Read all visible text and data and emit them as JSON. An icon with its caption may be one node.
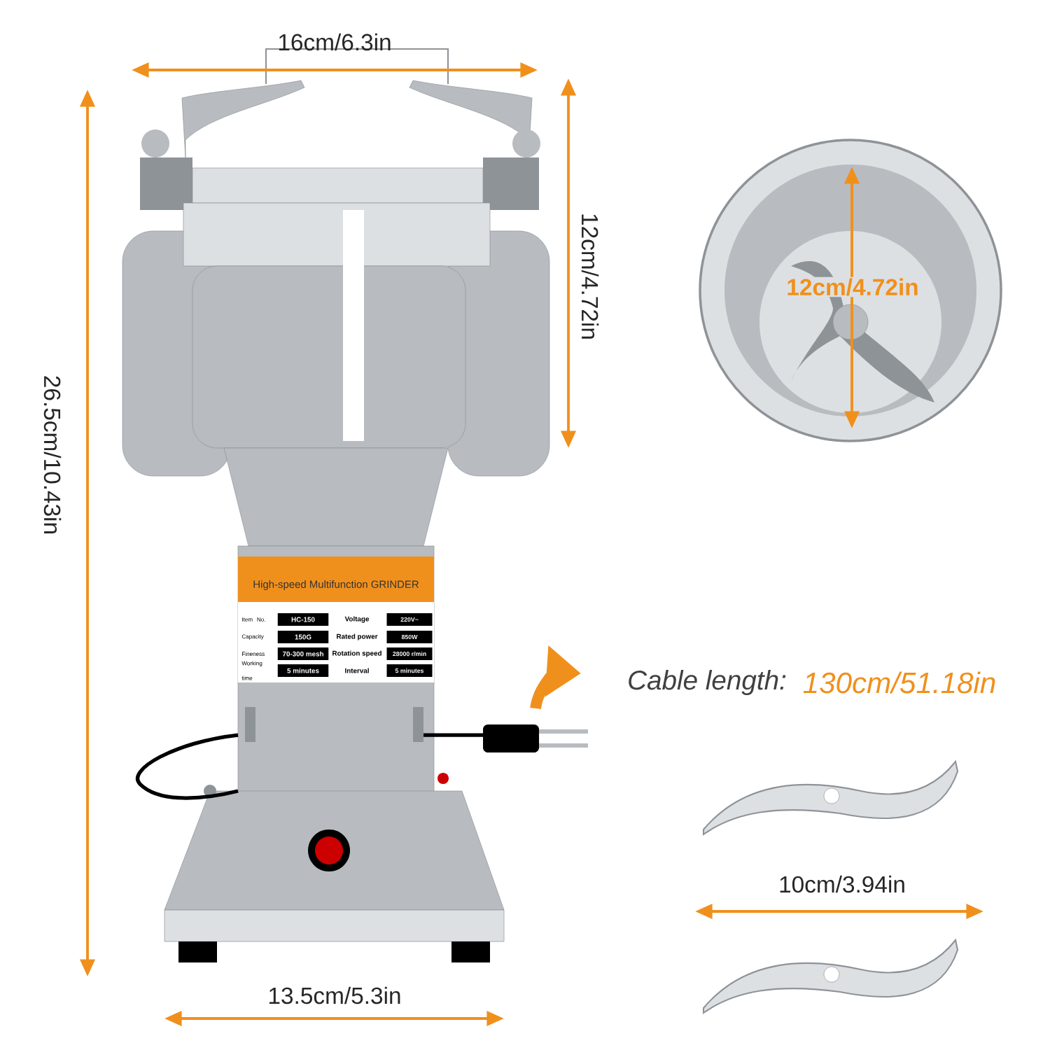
{
  "diagram": {
    "labels": [
      "16cm/6.3in",
      "26.5cm/10.43in",
      "12cm/4.72in",
      "12cm/4.72in",
      "High-speed Multifunction GRINDER",
      "Item No.",
      "HC-150",
      "Voltage",
      "220V~",
      "Capacity",
      "150G",
      "Rated power",
      "850W",
      "Fineness",
      "70-300 mesh",
      "Rotation speed",
      "28000 r/min",
      "Working time",
      "5 minutes",
      "Interval",
      "5 minutes",
      "Cable length:",
      "130cm/51.18in",
      "10cm/3.94in",
      "13.5cm/5.3in"
    ]
  }
}
